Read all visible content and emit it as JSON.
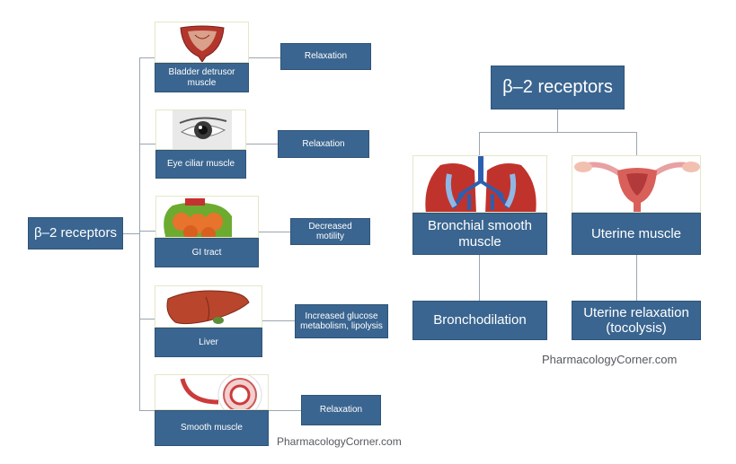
{
  "left_tree": {
    "root_label": "β–2 receptors",
    "items": [
      {
        "organ": "Bladder detrusor muscle",
        "effect": "Relaxation",
        "icon": "bladder-icon"
      },
      {
        "organ": "Eye ciliar muscle",
        "effect": "Relaxation",
        "icon": "eye-icon"
      },
      {
        "organ": "GI tract",
        "effect": "Decreased motility",
        "icon": "intestine-icon"
      },
      {
        "organ": "Liver",
        "effect": "Increased glucose metabolism, lipolysis",
        "icon": "liver-icon"
      },
      {
        "organ": "Smooth muscle",
        "effect": "Relaxation",
        "icon": "blood-vessel-icon"
      }
    ],
    "watermark": "PharmacologyCorner.com"
  },
  "right_tree": {
    "root_label": "β–2 receptors",
    "branches": [
      {
        "organ": "Bronchial smooth muscle",
        "effect": "Bronchodilation",
        "icon": "lungs-icon"
      },
      {
        "organ": "Uterine muscle",
        "effect": "Uterine relaxation (tocolysis)",
        "icon": "uterus-icon"
      }
    ],
    "watermark": "PharmacologyCorner.com"
  },
  "colors": {
    "box": "#3a6590",
    "line": "#9aa6b0",
    "text": "#ffffff"
  }
}
